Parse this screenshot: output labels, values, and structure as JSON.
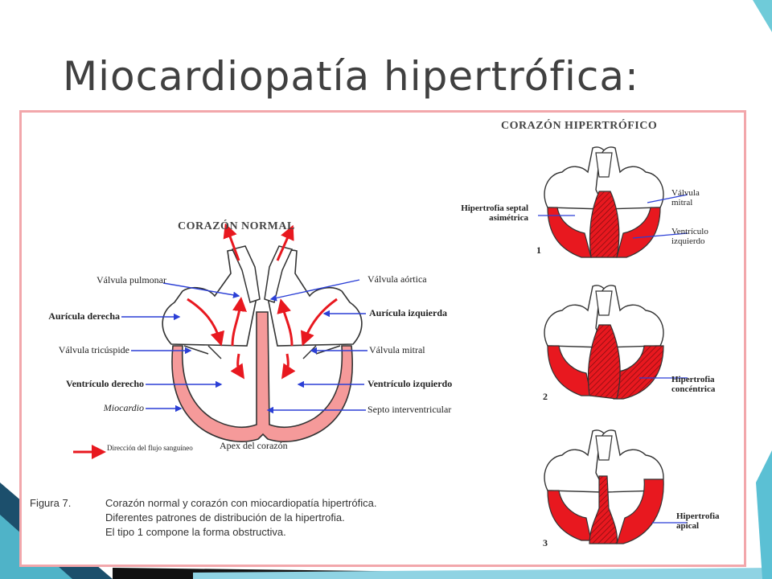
{
  "slide": {
    "title": "Miocardiopatía hipertrófica:"
  },
  "diagram": {
    "normal_heading": "CORAZÓN NORMAL",
    "hyper_heading": "CORAZÓN HIPERTRÓFICO",
    "left_labels": {
      "valvula_pulmonar": "Válvula pulmonar",
      "auricula_derecha": "Aurícula derecha",
      "valvula_tricuspide": "Válvula tricúspide",
      "ventriculo_derecho": "Ventrículo derecho",
      "miocardio": "Miocardio"
    },
    "right_labels": {
      "valvula_aortica": "Válvula aórtica",
      "auricula_izquierda": "Aurícula izquierda",
      "valvula_mitral": "Válvula mitral",
      "ventriculo_izquierdo": "Ventrículo izquierdo",
      "septo": "Septo interventricular"
    },
    "apex": "Apex del corazón",
    "legend": "Dirección del flujo sanguíneo",
    "hyper1": {
      "number": "1",
      "left_label": "Hipertrofia septal asimétrica",
      "valve_label": "Válvula mitral",
      "ventricle_label": "Ventrículo izquierdo"
    },
    "hyper2": {
      "number": "2",
      "label": "Hipertrofia concéntrica"
    },
    "hyper3": {
      "number": "3",
      "label": "Hipertrofia apical"
    },
    "caption": {
      "figure": "Figura 7.",
      "line1": "Corazón normal y corazón con miocardiopatía hipertrófica.",
      "line2": "Diferentes patrones de distribución de la hipertrofia.",
      "line3": "El tipo 1 compone la forma obstructiva."
    },
    "colors": {
      "frame": "#f2a7ab",
      "myocardium_normal": "#f59a9a",
      "myocardium_hyper": "#e8181f",
      "arrow": "#e8181f",
      "pointer": "#2b3fd6"
    }
  }
}
